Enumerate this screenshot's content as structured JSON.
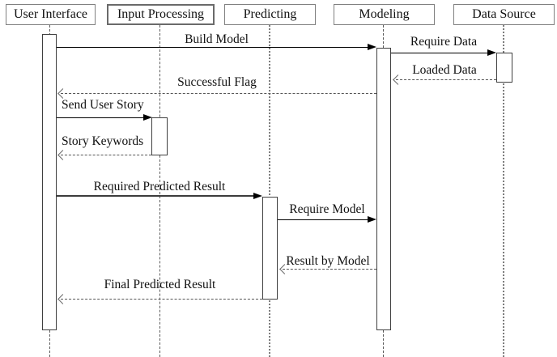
{
  "diagram": {
    "type": "uml-sequence-diagram",
    "participants": [
      {
        "id": "user-interface",
        "label": "User Interface"
      },
      {
        "id": "input-processing",
        "label": "Input Processing"
      },
      {
        "id": "predicting",
        "label": "Predicting"
      },
      {
        "id": "modeling",
        "label": "Modeling"
      },
      {
        "id": "data-source",
        "label": "Data Source"
      }
    ],
    "messages": [
      {
        "label": "Build Model",
        "from": "user-interface",
        "to": "modeling",
        "style": "solid",
        "direction": "right"
      },
      {
        "label": "Require Data",
        "from": "modeling",
        "to": "data-source",
        "style": "solid",
        "direction": "right"
      },
      {
        "label": "Loaded Data",
        "from": "data-source",
        "to": "modeling",
        "style": "dashed-return",
        "direction": "left"
      },
      {
        "label": "Successful Flag",
        "from": "modeling",
        "to": "user-interface",
        "style": "dashed-return",
        "direction": "left"
      },
      {
        "label": "Send User Story",
        "from": "user-interface",
        "to": "input-processing",
        "style": "solid",
        "direction": "right"
      },
      {
        "label": "Story Keywords",
        "from": "input-processing",
        "to": "user-interface",
        "style": "dashed-return",
        "direction": "left"
      },
      {
        "label": "Required Predicted Result",
        "from": "user-interface",
        "to": "predicting",
        "style": "solid-thick",
        "direction": "right"
      },
      {
        "label": "Require Model",
        "from": "predicting",
        "to": "modeling",
        "style": "solid",
        "direction": "right"
      },
      {
        "label": "Result by Model",
        "from": "modeling",
        "to": "predicting",
        "style": "dashed-return",
        "direction": "left"
      },
      {
        "label": "Final Predicted Result",
        "from": "predicting",
        "to": "user-interface",
        "style": "dashed-return",
        "direction": "left"
      }
    ],
    "colors": {
      "background": "#ffffff",
      "text": "#111111",
      "solid_line": "#000000",
      "dashed_line": "#565656",
      "box_border": "#808080"
    }
  }
}
